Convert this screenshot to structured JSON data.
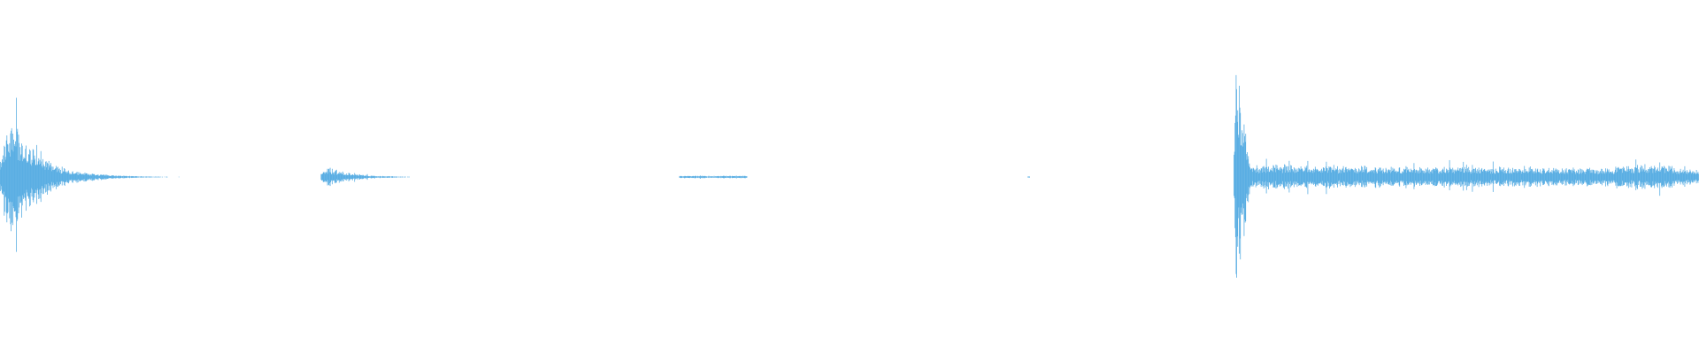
{
  "waveform": {
    "color": "#5aaee3",
    "background": "#ffffff",
    "amplitude_scale": [
      -1,
      1
    ],
    "segments": [
      {
        "start": 0.0,
        "end": 0.115,
        "peak": 0.5,
        "decay": "exponential"
      },
      {
        "start": 0.189,
        "end": 0.28,
        "peak": 0.08,
        "decay": "exponential"
      },
      {
        "start": 0.4,
        "end": 0.44,
        "peak": 0.01,
        "decay": "flat"
      },
      {
        "start": 0.605,
        "end": 0.606,
        "peak": 0.006,
        "decay": "flat"
      },
      {
        "start": 0.726,
        "end": 1.0,
        "peak": 1.0,
        "decay": "burst-then-sustain",
        "sustain": 0.1
      }
    ]
  }
}
